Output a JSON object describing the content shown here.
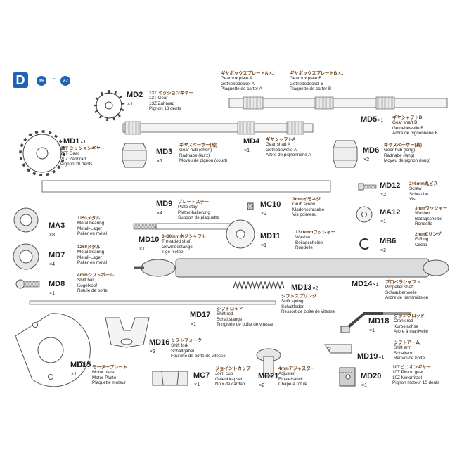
{
  "header": {
    "step": "D",
    "from": "19",
    "sep": "~",
    "to": "27"
  },
  "parts": {
    "md2": {
      "code": "MD2",
      "qty": "×1",
      "lines": [
        "13T ミッションギヤー",
        "13T Gear",
        "13Z Zahnrad",
        "Pignon 13 dents"
      ]
    },
    "pa": {
      "code": "",
      "qty": "×1",
      "lines": [
        "ギヤボックスプレートA",
        "Gearbox plate A",
        "Getriebedeckel A",
        "Plaquette de carter A"
      ]
    },
    "pb": {
      "code": "",
      "qty": "×1",
      "lines": [
        "ギヤボックスプレートB",
        "Gearbox plate B",
        "Getriebedeckel B",
        "Plaquette de carter B"
      ]
    },
    "md5": {
      "code": "MD5",
      "qty": "×1",
      "lines": [
        "ギヤシャフトB",
        "Gear shaft B",
        "Getriebewelle B",
        "Arbre de pignonnerie B"
      ]
    },
    "md1": {
      "code": "MD1",
      "qty": "×1",
      "lines": [
        "20T ミッションギヤー",
        "20T Gear",
        "20Z Zahnrad",
        "Pignon 20 dents"
      ]
    },
    "md3": {
      "code": "MD3",
      "qty": "×1",
      "lines": [
        "ギヤスペーサー(短)",
        "Gear hub (short)",
        "Radnabe (kurz)",
        "Moyeu de pignon (court)"
      ]
    },
    "md4": {
      "code": "MD4",
      "qty": "×1",
      "lines": [
        "ギヤシャフトA",
        "Gear shaft A",
        "Getriebewelle A",
        "Arbre de pignonnerie A"
      ]
    },
    "md6": {
      "code": "MD6",
      "qty": "×2",
      "lines": [
        "ギヤスペーサー(長)",
        "Gear hub (long)",
        "Radnabe (lang)",
        "Moyeu de pignon (long)"
      ]
    },
    "md12": {
      "code": "MD12",
      "qty": "×2",
      "lines": [
        "2×6mm丸ビス",
        "Screw",
        "Schraube",
        "Vis"
      ]
    },
    "md9": {
      "code": "MD9",
      "qty": "×4",
      "lines": [
        "プレートステー",
        "Plate stay",
        "Plattenhalterung",
        "Support de plaquette"
      ]
    },
    "mc10": {
      "code": "MC10",
      "qty": "×2",
      "lines": [
        "3mmイモネジ",
        "Grub screw",
        "Madenschraube",
        "Vis pointeau"
      ]
    },
    "ma12": {
      "code": "MA12",
      "qty": "×1",
      "lines": [
        "3mmワッシャー",
        "Washer",
        "Beilagscheibe",
        "Rondelle"
      ]
    },
    "ma3": {
      "code": "MA3",
      "qty": "×8",
      "lines": [
        "1150メタル",
        "Metal bearing",
        "Metall-Lager",
        "Palier en métal"
      ]
    },
    "md10": {
      "code": "MD10",
      "qty": "×1",
      "lines": [
        "3×30mmネジシャフト",
        "Threaded shaft",
        "Gewindestange",
        "Tige filetée"
      ]
    },
    "md11": {
      "code": "MD11",
      "qty": "×1",
      "lines": [
        "13×6mmワッシャー",
        "Washer",
        "Beilagscheibe",
        "Rondelle"
      ]
    },
    "mb6": {
      "code": "MB6",
      "qty": "×2",
      "lines": [
        "2mmEリング",
        "E-Ring",
        "Circlip"
      ]
    },
    "md7": {
      "code": "MD7",
      "qty": "×4",
      "lines": [
        "1260メタル",
        "Metal bearing",
        "Metall-Lager",
        "Palier en métal"
      ]
    },
    "md8": {
      "code": "MD8",
      "qty": "×1",
      "lines": [
        "4mmシフトボール",
        "Shift ball",
        "Kugelkopf",
        "Rotule de boîte"
      ]
    },
    "md13": {
      "code": "MD13",
      "qty": "×2",
      "lines": [
        "シフトスプリング",
        "Shift spring",
        "Schaltfeder",
        "Ressort de boîte de vitesse"
      ]
    },
    "md14": {
      "code": "MD14",
      "qty": "×1",
      "lines": [
        "プロペラシャフト",
        "Propeller shaft",
        "Schraubenwelle",
        "Arbre de transmission"
      ]
    },
    "md17": {
      "code": "MD17",
      "qty": "×1",
      "lines": [
        "シフトロッド",
        "Shift rod",
        "Schaltstange",
        "Tringlerie de boîte de vitesse"
      ]
    },
    "md18": {
      "code": "MD18",
      "qty": "×1",
      "lines": [
        "クランクロッド",
        "Crank rod",
        "Kurbelachse",
        "Arbre à manivelle"
      ]
    },
    "md16": {
      "code": "MD16",
      "qty": "×3",
      "lines": [
        "シフトフォーク",
        "Shift fork",
        "Schaltgabel",
        "Fourche de boîte de vitesse"
      ]
    },
    "md19": {
      "code": "MD19",
      "qty": "×1",
      "lines": [
        "シフトアーム",
        "Shift arm",
        "Schaltarm",
        "Renvoi de boîte"
      ]
    },
    "md15": {
      "code": "MD15",
      "qty": "×1",
      "lines": [
        "モータープレート",
        "Motor plate",
        "Motor-Platte",
        "Plaquette moteur"
      ]
    },
    "mc7": {
      "code": "MC7",
      "qty": "×1",
      "lines": [
        "ジョイントカップ",
        "Joint cup",
        "Gelenkkapsel",
        "Noix de cardan"
      ]
    },
    "md21": {
      "code": "MD21",
      "qty": "×2",
      "lines": [
        "4mmアジャスター",
        "Adjuster",
        "Einstellstück",
        "Chape à rotule"
      ]
    },
    "md20": {
      "code": "MD20",
      "qty": "×1",
      "lines": [
        "10Tピニオンギヤー",
        "10T Pinion gear",
        "10Z Motorritzel",
        "Pignon moteur 10 dents"
      ]
    }
  }
}
